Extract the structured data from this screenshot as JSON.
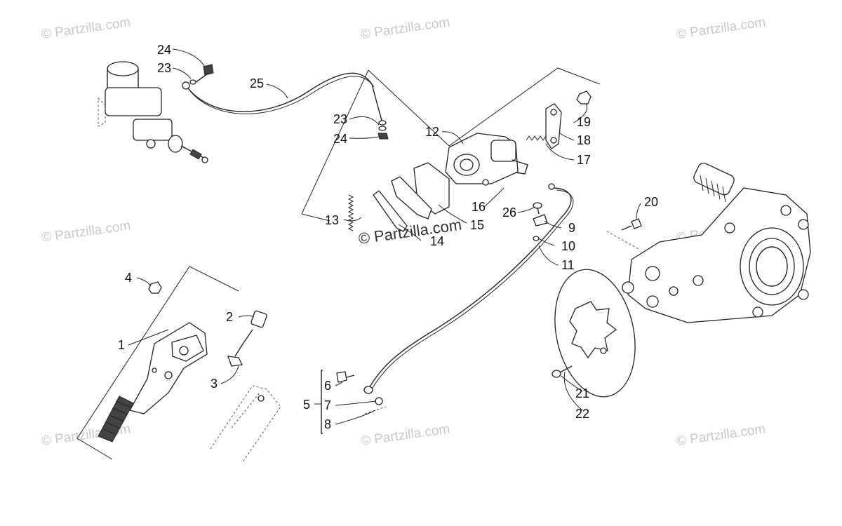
{
  "watermark": {
    "text": "© Partzilla.com",
    "center_text": "© Partzilla.com"
  },
  "callouts": {
    "c1": "1",
    "c2": "2",
    "c3": "3",
    "c4": "4",
    "c5": "5",
    "c6": "6",
    "c7": "7",
    "c8": "8",
    "c9": "9",
    "c10": "10",
    "c11": "11",
    "c12": "12",
    "c13": "13",
    "c14": "14",
    "c15": "15",
    "c16": "16",
    "c17": "17",
    "c18": "18",
    "c19": "19",
    "c20": "20",
    "c21": "21",
    "c22": "22",
    "c23a": "23",
    "c23b": "23",
    "c24a": "24",
    "c24b": "24",
    "c25": "25",
    "c26": "26"
  },
  "icon_colors": {
    "line": "#222222",
    "watermark": "#c9c9c9"
  }
}
